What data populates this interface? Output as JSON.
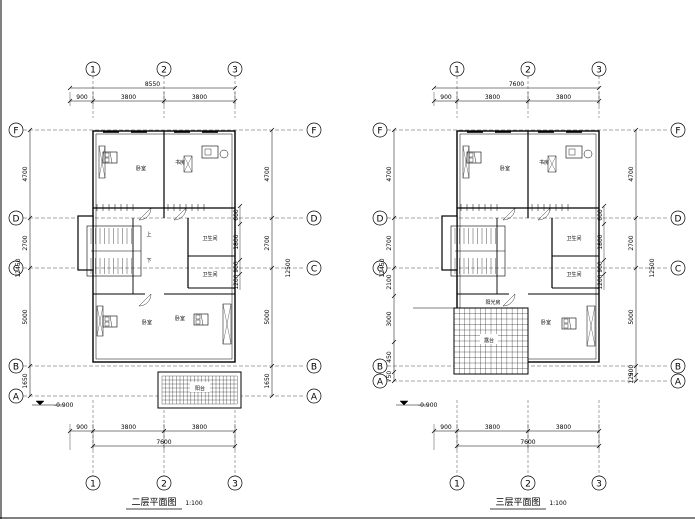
{
  "plans": [
    {
      "id": "second-floor",
      "title": "二层平面图",
      "scale": "1:100",
      "col_axes": [
        "①",
        "②",
        "③"
      ],
      "row_axes": [
        "Ⓕ",
        "Ⓓ",
        "Ⓒ",
        "Ⓑ",
        "Ⓐ"
      ],
      "top_total": "8550",
      "top_segments": [
        "900",
        "3800",
        "3800"
      ],
      "bottom_total": "7600",
      "bottom_segments": [
        "900",
        "3800",
        "3800"
      ],
      "left_dims": [
        "4700",
        "2700",
        "5000",
        "1650"
      ],
      "left_total": "12450",
      "right_dims": [
        "4700",
        "2700",
        "5000",
        "1650"
      ],
      "right_total": "12500",
      "inner_dims": [
        "600",
        "1800",
        "900",
        "1200"
      ],
      "elevation": "-0.900",
      "rooms": {
        "bedroom_top": "卧室",
        "study": "书房",
        "bath_1": "卫生间",
        "bath_2": "卫生间",
        "bedroom_bottom": "卧室",
        "bedroom_right": "卧室",
        "balcony": "阳台",
        "stair_up": "上",
        "stair_down": "下"
      }
    },
    {
      "id": "third-floor",
      "title": "三层平面图",
      "scale": "1:100",
      "col_axes": [
        "①",
        "②",
        "③"
      ],
      "row_axes": [
        "Ⓕ",
        "Ⓓ",
        "Ⓒ",
        "Ⓑ",
        "Ⓐ"
      ],
      "top_total": "7600",
      "top_segments": [
        "900",
        "3800",
        "3800"
      ],
      "bottom_total": "7600",
      "bottom_segments": [
        "900",
        "3800",
        "3800"
      ],
      "left_dims": [
        "4700",
        "2700",
        "2100",
        "3000",
        "450",
        "750"
      ],
      "left_total": "12450",
      "right_dims": [
        "4700",
        "2700",
        "5000",
        "900",
        "125"
      ],
      "right_total": "12500",
      "inner_dims": [
        "600",
        "1800",
        "900",
        "1200"
      ],
      "elevation": "-0.900",
      "rooms": {
        "bedroom_top": "卧室",
        "study": "书房",
        "bath_1": "卫生间",
        "bath_2": "卫生间",
        "lobby": "阳光房",
        "terrace": "露台",
        "bedroom_right": "卧室"
      }
    }
  ]
}
